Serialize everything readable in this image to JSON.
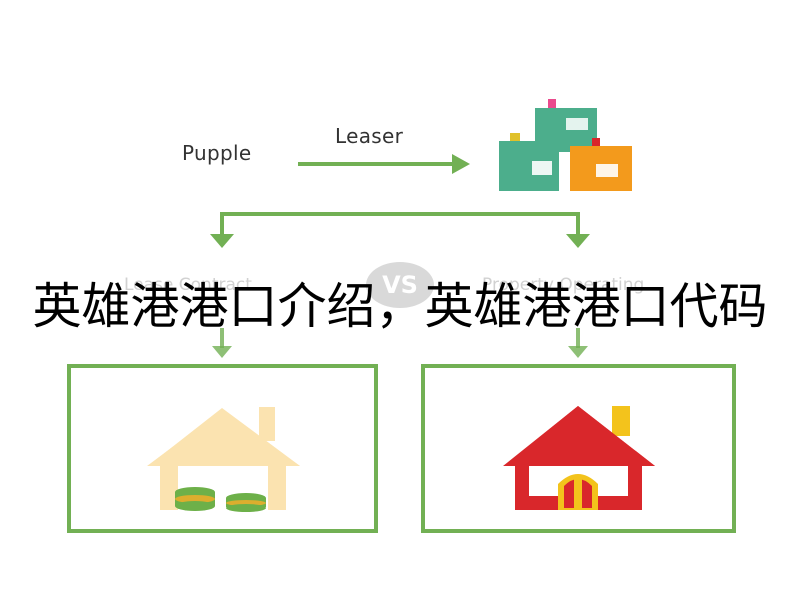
{
  "top": {
    "left_label": "Pupple",
    "arrow_label": "Leaser"
  },
  "middle": {
    "left_label": "Lease Contract",
    "vs_label": "VS",
    "right_label": "Property Operating"
  },
  "overlay_title": "英雄港港口介绍，英雄港港口代码",
  "colors": {
    "arrow_green": "#72b054",
    "box_green": "#72b054",
    "box_teal": "#4cae8c",
    "box_orange": "#f39a1c",
    "house_left": "#fbe3b0",
    "house_right": "#d9272b",
    "house_right_chimney": "#f3c31c",
    "coins": "#6db049"
  },
  "icons": [
    "boxes-icon",
    "house-with-coins-icon",
    "red-house-icon"
  ]
}
